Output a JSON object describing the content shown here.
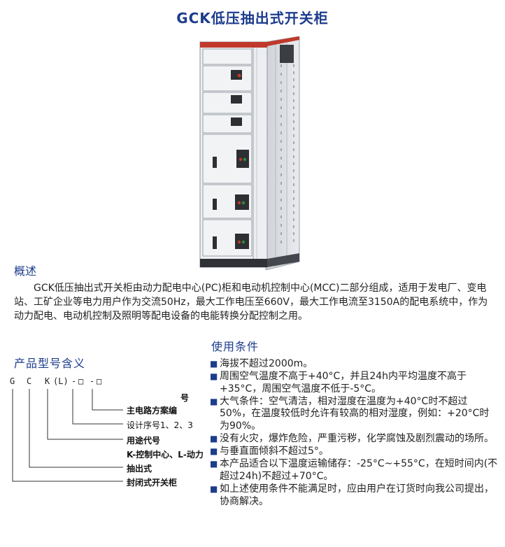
{
  "header": {
    "title": "GCK低压抽出式开关柜"
  },
  "overview": {
    "heading": "概述",
    "text": "GCK低压抽出式开关柜由动力配电中心(PC)柜和电动机控制中心(MCC)二部分组成，适用于发电厂、变电站、工矿企业等电力用户作为交流50Hz，最大工作电压至660V，最大工作电流至3150A的配电系统中，作为动力配电、电动机控制及照明等配电设备的电能转换分配控制之用。"
  },
  "model": {
    "heading": "产品型号含义",
    "code": [
      "G",
      "C",
      "K",
      "(L)",
      "-",
      "□",
      "-",
      "□"
    ],
    "labels": [
      "号",
      "主电路方案编",
      "设计序号1、2、3",
      "用途代号",
      "K-控制中心、L-动力",
      "抽出式",
      "封闭式开关柜"
    ]
  },
  "conditions": {
    "heading": "使用条件",
    "items": [
      "海拔不超过2000m。",
      "周围空气温度不高于+40°C，并且24h内平均温度不高于+35°C，周围空气温度不低于-5°C。",
      "大气条件：空气清洁，相对湿度在温度为+40°C时不超过50%，在温度较低时允许有较高的相对湿度，例如：+20°C时为90%。",
      "没有火灾，爆炸危险，严重污秽，化学腐蚀及剧烈震动的场所。",
      "与垂直面倾斜不超过5°。",
      "本产品适合以下温度运输储存：-25°C~+55°C，在短时间内(不超过24h)不超过+70°C。",
      "如上述使用条件不能满足时，应由用户在订货时向我公司提出，协商解决。"
    ]
  },
  "colors": {
    "accent": "#1c3c8c",
    "cabinet_red": "#c0392b",
    "cabinet_body": "#e8e9ec"
  }
}
